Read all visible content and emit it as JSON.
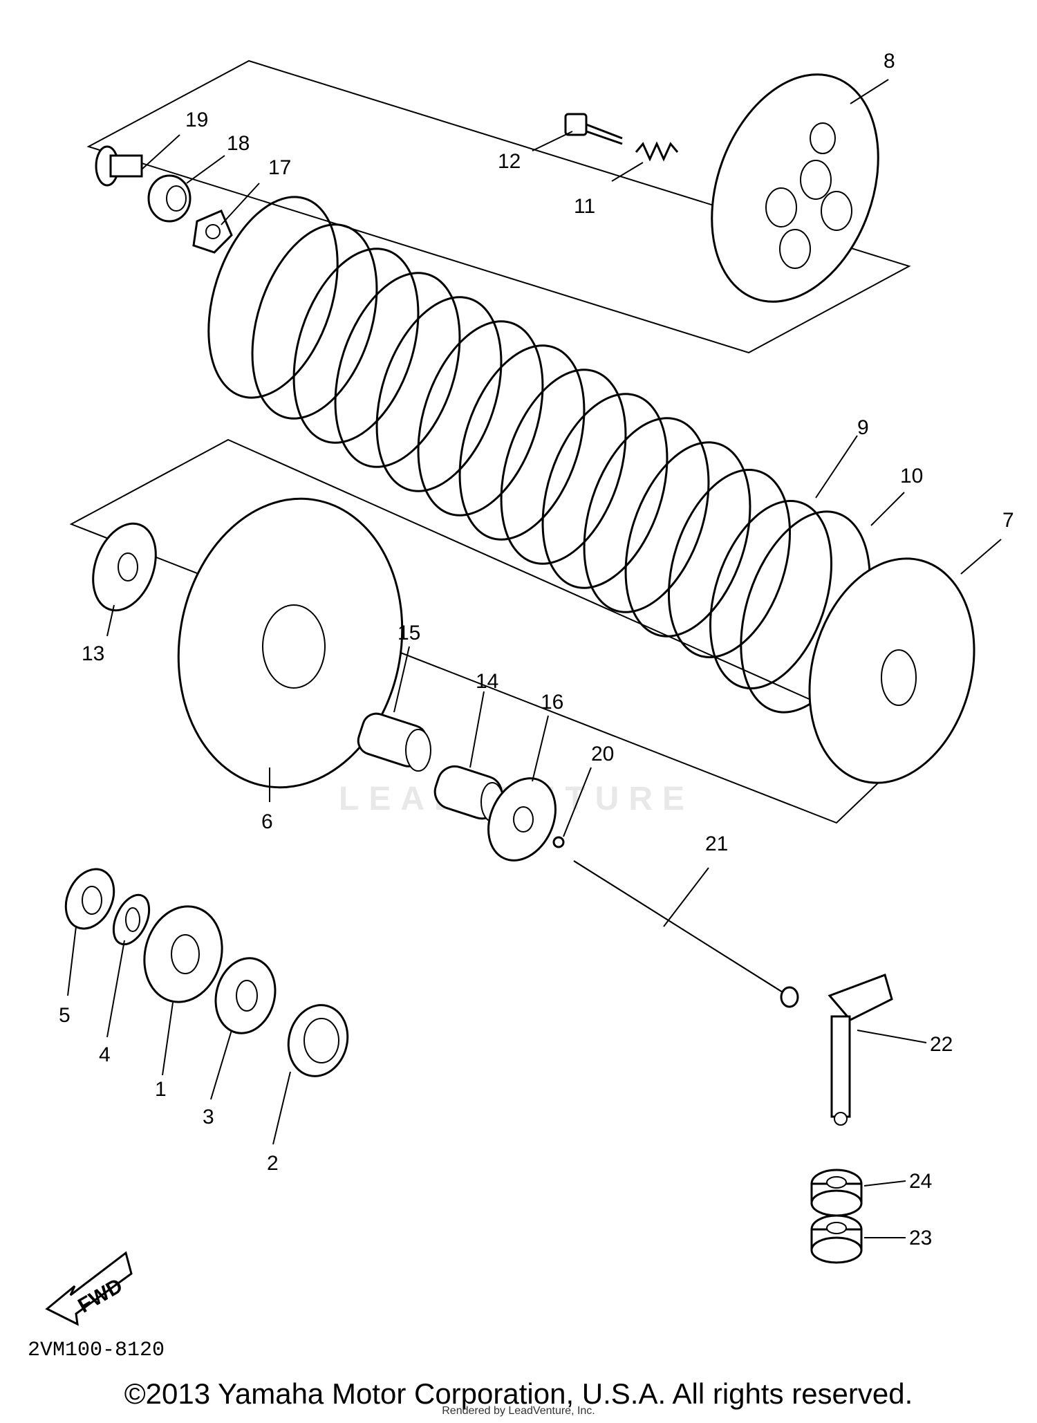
{
  "callouts": [
    "1",
    "2",
    "3",
    "4",
    "5",
    "6",
    "7",
    "8",
    "9",
    "10",
    "11",
    "12",
    "13",
    "14",
    "15",
    "16",
    "17",
    "18",
    "19",
    "20",
    "21",
    "22",
    "23",
    "24"
  ],
  "fwd_label": "FWD",
  "diagram_code": "2VM100-8120",
  "copyright": "©2013 Yamaha Motor Corporation, U.S.A. All rights reserved.",
  "rendered_by": "Rendered by LeadVenture, Inc.",
  "watermark": "LEADVENTURE"
}
